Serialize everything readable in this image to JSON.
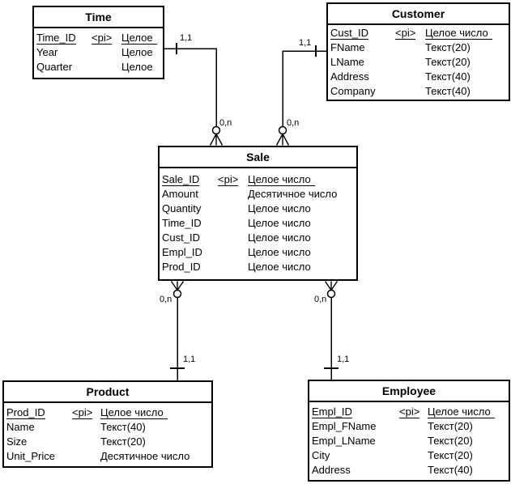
{
  "tables": {
    "time": {
      "title": "Time",
      "rows": [
        {
          "name": "Time_ID",
          "pi": "<pi>",
          "type": "Целое"
        },
        {
          "name": "Year",
          "type": "Целое"
        },
        {
          "name": "Quarter",
          "type": "Целое"
        }
      ]
    },
    "customer": {
      "title": "Customer",
      "rows": [
        {
          "name": "Cust_ID",
          "pi": "<pi>",
          "type": "Целое число"
        },
        {
          "name": "FName",
          "type": "Текст(20)"
        },
        {
          "name": "LName",
          "type": "Текст(20)"
        },
        {
          "name": "Address",
          "type": "Текст(40)"
        },
        {
          "name": "Company",
          "type": "Текст(40)"
        }
      ]
    },
    "sale": {
      "title": "Sale",
      "rows": [
        {
          "name": "Sale_ID",
          "pi": "<pi>",
          "type": "Целое число"
        },
        {
          "name": "Amount",
          "type": "Десятичное число"
        },
        {
          "name": "Quantity",
          "type": "Целое число"
        },
        {
          "name": "Time_ID",
          "type": "Целое число"
        },
        {
          "name": "Cust_ID",
          "type": "Целое число"
        },
        {
          "name": "Empl_ID",
          "type": "Целое число"
        },
        {
          "name": "Prod_ID",
          "type": "Целое число"
        }
      ]
    },
    "product": {
      "title": "Product",
      "rows": [
        {
          "name": "Prod_ID",
          "pi": "<pi>",
          "type": "Целое число"
        },
        {
          "name": "Name",
          "type": "Текст(40)"
        },
        {
          "name": "Size",
          "type": "Текст(20)"
        },
        {
          "name": "Unit_Price",
          "type": "Десятичное число"
        }
      ]
    },
    "employee": {
      "title": "Employee",
      "rows": [
        {
          "name": "Empl_ID",
          "pi": "<pi>",
          "type": "Целое число"
        },
        {
          "name": "Empl_FName",
          "type": "Текст(20)"
        },
        {
          "name": "Empl_LName",
          "type": "Текст(20)"
        },
        {
          "name": "City",
          "type": "Текст(20)"
        },
        {
          "name": "Address",
          "type": "Текст(40)"
        }
      ]
    }
  },
  "relations": {
    "time_sale": {
      "one": "1,1",
      "many": "0,n"
    },
    "customer_sale": {
      "one": "1,1",
      "many": "0,n"
    },
    "sale_product": {
      "one": "1,1",
      "many": "0,n"
    },
    "sale_employee": {
      "one": "1,1",
      "many": "0,n"
    }
  }
}
